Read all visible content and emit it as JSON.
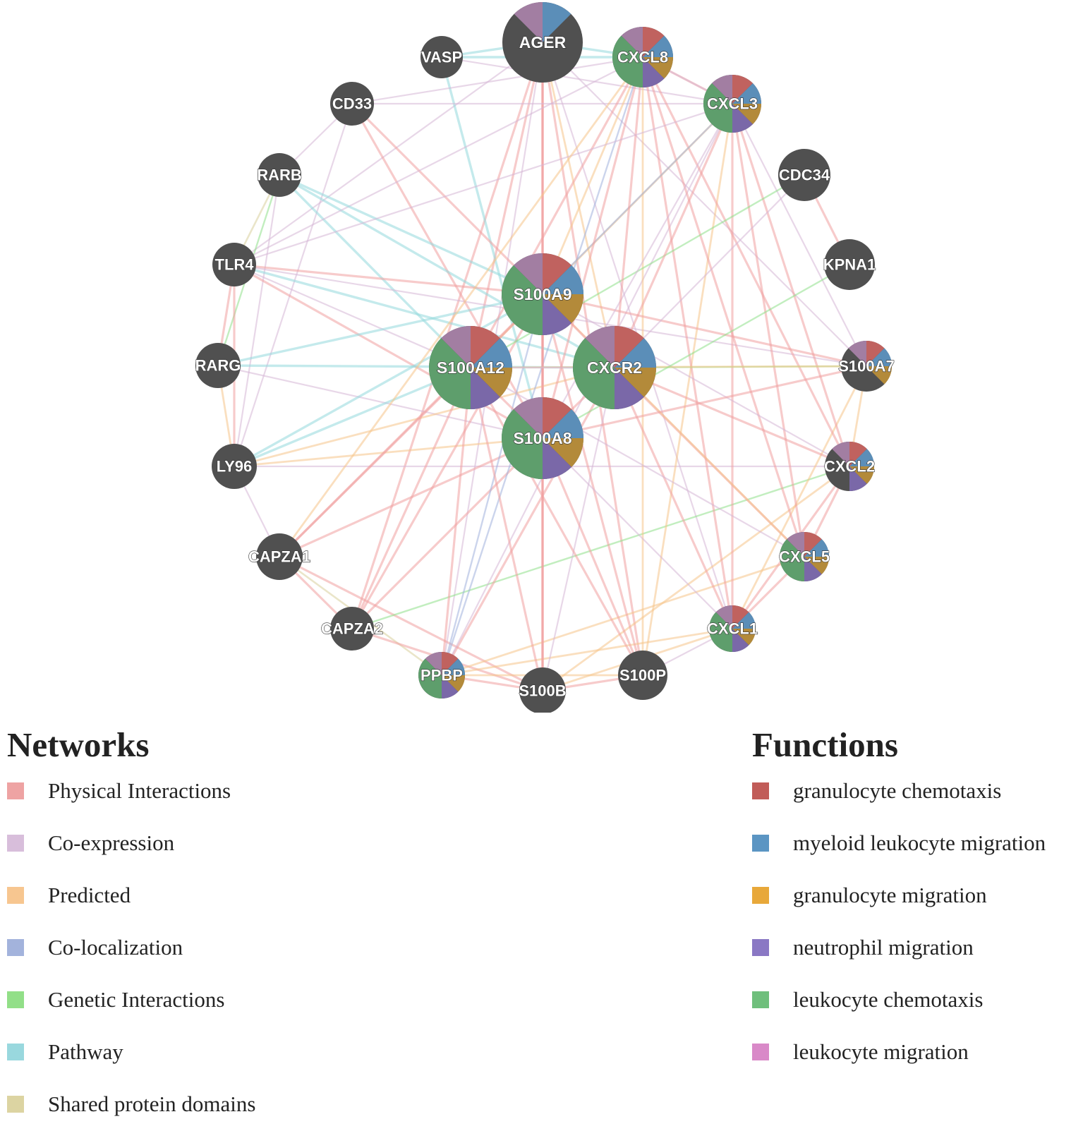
{
  "network": {
    "nodes": [
      {
        "id": "AGER",
        "label": "AGER",
        "functions": [
          "leukocyte_migration",
          "myeloid_leukocyte_migration"
        ]
      },
      {
        "id": "VASP",
        "label": "VASP",
        "functions": []
      },
      {
        "id": "CXCL8",
        "label": "CXCL8",
        "functions": [
          "leukocyte_migration",
          "granulocyte_chemotaxis",
          "myeloid_leukocyte_migration",
          "granulocyte_migration",
          "neutrophil_migration",
          "leukocyte_chemotaxis"
        ]
      },
      {
        "id": "CD33",
        "label": "CD33",
        "functions": []
      },
      {
        "id": "CXCL3",
        "label": "CXCL3",
        "functions": [
          "leukocyte_migration",
          "granulocyte_chemotaxis",
          "myeloid_leukocyte_migration",
          "granulocyte_migration",
          "neutrophil_migration",
          "leukocyte_chemotaxis"
        ]
      },
      {
        "id": "RARB",
        "label": "RARB",
        "functions": []
      },
      {
        "id": "CDC34",
        "label": "CDC34",
        "functions": []
      },
      {
        "id": "TLR4",
        "label": "TLR4",
        "functions": []
      },
      {
        "id": "KPNA1",
        "label": "KPNA1",
        "functions": []
      },
      {
        "id": "S100A9",
        "label": "S100A9",
        "functions": [
          "leukocyte_migration",
          "granulocyte_chemotaxis",
          "myeloid_leukocyte_migration",
          "granulocyte_migration",
          "neutrophil_migration",
          "leukocyte_chemotaxis"
        ]
      },
      {
        "id": "RARG",
        "label": "RARG",
        "functions": []
      },
      {
        "id": "S100A12",
        "label": "S100A12",
        "functions": [
          "leukocyte_migration",
          "granulocyte_chemotaxis",
          "myeloid_leukocyte_migration",
          "granulocyte_migration",
          "neutrophil_migration",
          "leukocyte_chemotaxis"
        ]
      },
      {
        "id": "CXCR2",
        "label": "CXCR2",
        "functions": [
          "leukocyte_migration",
          "granulocyte_chemotaxis",
          "myeloid_leukocyte_migration",
          "granulocyte_migration",
          "neutrophil_migration",
          "leukocyte_chemotaxis"
        ]
      },
      {
        "id": "S100A7",
        "label": "S100A7",
        "functions": [
          "leukocyte_migration",
          "granulocyte_chemotaxis",
          "myeloid_leukocyte_migration",
          "granulocyte_migration"
        ]
      },
      {
        "id": "S100A8",
        "label": "S100A8",
        "functions": [
          "leukocyte_migration",
          "granulocyte_chemotaxis",
          "myeloid_leukocyte_migration",
          "granulocyte_migration",
          "neutrophil_migration",
          "leukocyte_chemotaxis"
        ]
      },
      {
        "id": "LY96",
        "label": "LY96",
        "functions": []
      },
      {
        "id": "CXCL2",
        "label": "CXCL2",
        "functions": [
          "leukocyte_migration",
          "granulocyte_chemotaxis",
          "myeloid_leukocyte_migration",
          "granulocyte_migration",
          "neutrophil_migration"
        ]
      },
      {
        "id": "CAPZA1",
        "label": "CAPZA1",
        "functions": []
      },
      {
        "id": "CXCL5",
        "label": "CXCL5",
        "functions": [
          "leukocyte_migration",
          "granulocyte_chemotaxis",
          "myeloid_leukocyte_migration",
          "granulocyte_migration",
          "neutrophil_migration",
          "leukocyte_chemotaxis"
        ]
      },
      {
        "id": "CAPZA2",
        "label": "CAPZA2",
        "functions": []
      },
      {
        "id": "CXCL1",
        "label": "CXCL1",
        "functions": [
          "leukocyte_migration",
          "granulocyte_chemotaxis",
          "myeloid_leukocyte_migration",
          "granulocyte_migration",
          "neutrophil_migration",
          "leukocyte_chemotaxis"
        ]
      },
      {
        "id": "PPBP",
        "label": "PPBP",
        "functions": [
          "leukocyte_migration",
          "granulocyte_chemotaxis",
          "myeloid_leukocyte_migration",
          "granulocyte_migration",
          "neutrophil_migration",
          "leukocyte_chemotaxis"
        ]
      },
      {
        "id": "S100P",
        "label": "S100P",
        "functions": []
      },
      {
        "id": "S100B",
        "label": "S100B",
        "functions": []
      }
    ],
    "edges": [
      [
        "AGER",
        "S100A9",
        "physical"
      ],
      [
        "AGER",
        "S100A8",
        "physical"
      ],
      [
        "AGER",
        "S100A12",
        "physical"
      ],
      [
        "AGER",
        "S100B",
        "physical"
      ],
      [
        "AGER",
        "S100P",
        "physical"
      ],
      [
        "AGER",
        "S100A7",
        "coexpression"
      ],
      [
        "AGER",
        "CXCL8",
        "pathway"
      ],
      [
        "AGER",
        "TLR4",
        "coexpression"
      ],
      [
        "AGER",
        "CXCR2",
        "predicted"
      ],
      [
        "AGER",
        "CAPZA2",
        "physical"
      ],
      [
        "AGER",
        "CXCL1",
        "coexpression"
      ],
      [
        "AGER",
        "PPBP",
        "coexpression"
      ],
      [
        "VASP",
        "AGER",
        "pathway"
      ],
      [
        "VASP",
        "S100A8",
        "pathway"
      ],
      [
        "VASP",
        "CXCL3",
        "coexpression"
      ],
      [
        "CD33",
        "S100A8",
        "physical"
      ],
      [
        "CD33",
        "S100A9",
        "physical"
      ],
      [
        "CD33",
        "CXCL3",
        "coexpression"
      ],
      [
        "CD33",
        "LY96",
        "coexpression"
      ],
      [
        "CD33",
        "RARB",
        "coexpression"
      ],
      [
        "RARB",
        "TLR4",
        "shared"
      ],
      [
        "RARB",
        "RARG",
        "genetic"
      ],
      [
        "RARB",
        "S100A12",
        "pathway"
      ],
      [
        "RARB",
        "CXCR2",
        "pathway"
      ],
      [
        "RARB",
        "LY96",
        "coexpression"
      ],
      [
        "TLR4",
        "LY96",
        "physical"
      ],
      [
        "TLR4",
        "RARG",
        "physical"
      ],
      [
        "TLR4",
        "S100A8",
        "physical"
      ],
      [
        "TLR4",
        "S100A9",
        "physical"
      ],
      [
        "TLR4",
        "S100A12",
        "coexpression"
      ],
      [
        "TLR4",
        "CXCR2",
        "pathway"
      ],
      [
        "TLR4",
        "S100A7",
        "coexpression"
      ],
      [
        "TLR4",
        "CXCL8",
        "coexpression"
      ],
      [
        "RARG",
        "LY96",
        "predicted"
      ],
      [
        "RARG",
        "S100A9",
        "pathway"
      ],
      [
        "RARG",
        "S100A8",
        "coexpression"
      ],
      [
        "RARG",
        "CXCR2",
        "pathway"
      ],
      [
        "LY96",
        "S100A8",
        "predicted"
      ],
      [
        "LY96",
        "S100A9",
        "pathway"
      ],
      [
        "LY96",
        "CXCL2",
        "coexpression"
      ],
      [
        "LY96",
        "CAPZA1",
        "coexpression"
      ],
      [
        "LY96",
        "CXCR2",
        "predicted"
      ],
      [
        "CAPZA1",
        "CAPZA2",
        "physical"
      ],
      [
        "CAPZA1",
        "S100B",
        "physical"
      ],
      [
        "CAPZA1",
        "S100A9",
        "physical"
      ],
      [
        "CAPZA1",
        "S100A8",
        "physical"
      ],
      [
        "CAPZA1",
        "PPBP",
        "shared"
      ],
      [
        "CAPZA1",
        "S100A12",
        "physical"
      ],
      [
        "CAPZA2",
        "S100B",
        "physical"
      ],
      [
        "CAPZA2",
        "S100A8",
        "physical"
      ],
      [
        "CAPZA2",
        "S100A12",
        "physical"
      ],
      [
        "CAPZA2",
        "CXCL2",
        "genetic"
      ],
      [
        "CAPZA2",
        "S100A9",
        "physical"
      ],
      [
        "PPBP",
        "S100B",
        "physical"
      ],
      [
        "PPBP",
        "CXCR2",
        "physical"
      ],
      [
        "PPBP",
        "CXCL8",
        "colocalization"
      ],
      [
        "PPBP",
        "CXCL3",
        "coexpression"
      ],
      [
        "PPBP",
        "CXCL1",
        "predicted"
      ],
      [
        "PPBP",
        "CXCL5",
        "predicted"
      ],
      [
        "PPBP",
        "S100A9",
        "colocalization"
      ],
      [
        "PPBP",
        "S100A12",
        "physical"
      ],
      [
        "PPBP",
        "S100P",
        "predicted"
      ],
      [
        "S100B",
        "S100P",
        "physical"
      ],
      [
        "S100B",
        "S100A8",
        "physical"
      ],
      [
        "S100B",
        "S100A9",
        "physical"
      ],
      [
        "S100B",
        "S100A12",
        "physical"
      ],
      [
        "S100B",
        "CXCL1",
        "predicted"
      ],
      [
        "S100B",
        "CXCL2",
        "predicted"
      ],
      [
        "S100B",
        "CXCR2",
        "coexpression"
      ],
      [
        "S100P",
        "S100A9",
        "physical"
      ],
      [
        "S100P",
        "S100A8",
        "physical"
      ],
      [
        "S100P",
        "CXCL1",
        "coexpression"
      ],
      [
        "S100P",
        "CXCL8",
        "predicted"
      ],
      [
        "S100P",
        "S100A12",
        "physical"
      ],
      [
        "S100P",
        "CXCL3",
        "predicted"
      ],
      [
        "CXCL1",
        "CXCR2",
        "physical"
      ],
      [
        "CXCL1",
        "CXCL5",
        "physical"
      ],
      [
        "CXCL1",
        "CXCL2",
        "physical"
      ],
      [
        "CXCL1",
        "CXCL8",
        "physical"
      ],
      [
        "CXCL1",
        "CXCL3",
        "physical"
      ],
      [
        "CXCL1",
        "S100A8",
        "coexpression"
      ],
      [
        "CXCL1",
        "S100A7",
        "predicted"
      ],
      [
        "CXCL5",
        "CXCL2",
        "physical"
      ],
      [
        "CXCL5",
        "CXCR2",
        "physical"
      ],
      [
        "CXCL5",
        "CXCL8",
        "physical"
      ],
      [
        "CXCL5",
        "CXCL3",
        "physical"
      ],
      [
        "CXCL5",
        "S100A12",
        "coexpression"
      ],
      [
        "CXCL5",
        "S100A9",
        "predicted"
      ],
      [
        "CXCL2",
        "CXCR2",
        "physical"
      ],
      [
        "CXCL2",
        "CXCL8",
        "physical"
      ],
      [
        "CXCL2",
        "CXCL3",
        "physical"
      ],
      [
        "CXCL2",
        "S100A9",
        "coexpression"
      ],
      [
        "CXCL2",
        "S100A7",
        "predicted"
      ],
      [
        "S100A7",
        "S100A9",
        "physical"
      ],
      [
        "S100A7",
        "S100A8",
        "physical"
      ],
      [
        "S100A7",
        "CXCL3",
        "coexpression"
      ],
      [
        "S100A7",
        "CXCR2",
        "genetic"
      ],
      [
        "S100A7",
        "S100A12",
        "predicted"
      ],
      [
        "KPNA1",
        "CDC34",
        "physical"
      ],
      [
        "KPNA1",
        "S100A8",
        "genetic"
      ],
      [
        "CDC34",
        "S100A12",
        "genetic"
      ],
      [
        "CDC34",
        "CXCR2",
        "coexpression"
      ],
      [
        "CXCL3",
        "CXCR2",
        "physical"
      ],
      [
        "CXCL3",
        "CXCL8",
        "physical"
      ],
      [
        "CXCL3",
        "S100A12",
        "predicted"
      ],
      [
        "CXCL3",
        "S100A8",
        "coexpression"
      ],
      [
        "CXCL3",
        "S100A9",
        "colocalization"
      ],
      [
        "CXCL8",
        "CXCR2",
        "physical"
      ],
      [
        "CXCL8",
        "S100A8",
        "physical"
      ],
      [
        "CXCL8",
        "S100A9",
        "predicted"
      ],
      [
        "CXCL8",
        "S100A12",
        "physical"
      ],
      [
        "CXCL8",
        "CXCL3",
        "coexpression"
      ],
      [
        "S100A9",
        "S100A8",
        "physical"
      ],
      [
        "S100A9",
        "S100A12",
        "physical"
      ],
      [
        "S100A9",
        "CXCR2",
        "physical"
      ],
      [
        "S100A8",
        "S100A12",
        "physical"
      ],
      [
        "S100A8",
        "CXCR2",
        "physical"
      ],
      [
        "S100A12",
        "CXCR2",
        "coexpression"
      ],
      [
        "CD33",
        "CXCL8",
        "coexpression"
      ],
      [
        "VASP",
        "CXCL8",
        "pathway"
      ],
      [
        "RARB",
        "S100A9",
        "pathway"
      ],
      [
        "TLR4",
        "CXCL3",
        "coexpression"
      ],
      [
        "LY96",
        "S100A12",
        "pathway"
      ],
      [
        "CAPZA1",
        "CXCL8",
        "predicted"
      ]
    ]
  },
  "network_styles": {
    "physical": {
      "color": "#f0a0a0"
    },
    "coexpression": {
      "color": "#d6b6d6"
    },
    "predicted": {
      "color": "#f5c48a"
    },
    "colocalization": {
      "color": "#a0b1dc"
    },
    "genetic": {
      "color": "#8fe08a"
    },
    "pathway": {
      "color": "#94d9dd"
    },
    "shared": {
      "color": "#d9d09c"
    }
  },
  "function_styles": {
    "granulocyte_chemotaxis": "#c0625f",
    "myeloid_leukocyte_migration": "#5b8eb8",
    "granulocyte_migration": "#b38a3a",
    "neutrophil_migration": "#7a68a8",
    "leukocyte_chemotaxis": "#5e9e6c",
    "leukocyte_migration": "#a27ea2"
  },
  "node_base_color": "#505050",
  "legend_networks": {
    "title": "Networks",
    "items": [
      {
        "label": "Physical Interactions",
        "color": "#eea3a3"
      },
      {
        "label": "Co-expression",
        "color": "#d8bedb"
      },
      {
        "label": "Predicted",
        "color": "#f7c690"
      },
      {
        "label": "Co-localization",
        "color": "#a3b3dc"
      },
      {
        "label": "Genetic Interactions",
        "color": "#92df88"
      },
      {
        "label": "Pathway",
        "color": "#99d8de"
      },
      {
        "label": "Shared protein domains",
        "color": "#dcd4a2"
      }
    ]
  },
  "legend_functions": {
    "title": "Functions",
    "items": [
      {
        "label": "granulocyte chemotaxis",
        "color": "#c15c58"
      },
      {
        "label": "myeloid leukocyte migration",
        "color": "#5b95c3"
      },
      {
        "label": "granulocyte migration",
        "color": "#e8a83a"
      },
      {
        "label": "neutrophil migration",
        "color": "#8a78c4"
      },
      {
        "label": "leukocyte chemotaxis",
        "color": "#6fbf7c"
      },
      {
        "label": "leukocyte migration",
        "color": "#d989c8"
      }
    ]
  }
}
